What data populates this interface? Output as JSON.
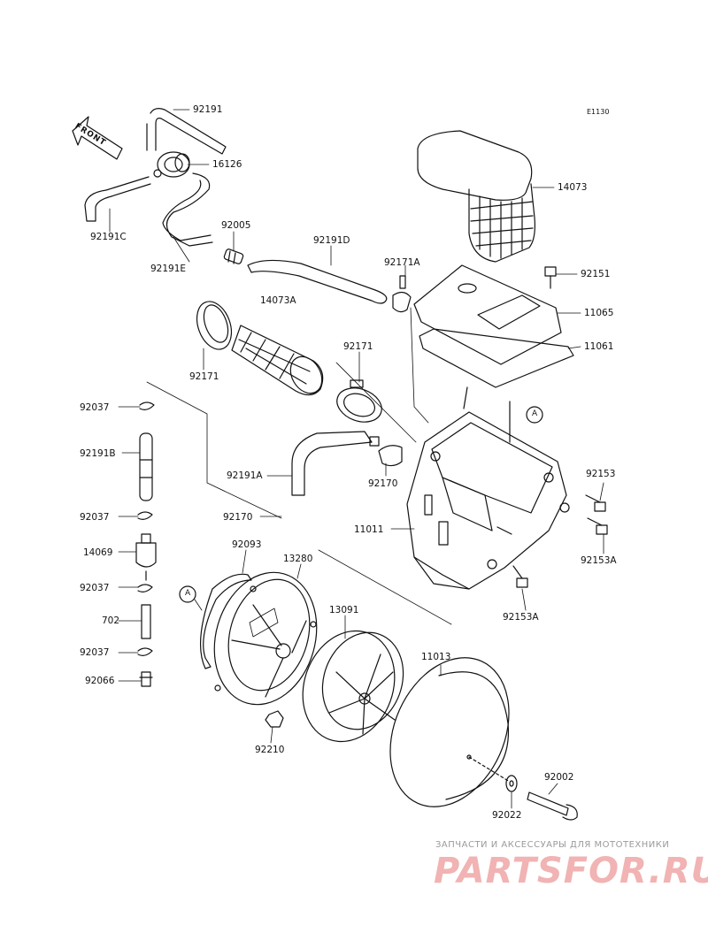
{
  "diagram_code": "E1130",
  "front_label": "FRONT",
  "ref_marker": "A",
  "parts": {
    "p92191": "92191",
    "p16126": "16126",
    "p92191C": "92191C",
    "p92191E": "92191E",
    "p92005": "92005",
    "p92191D": "92191D",
    "p92171A": "92171A",
    "p14073": "14073",
    "p92151": "92151",
    "p11065": "11065",
    "p11061": "11061",
    "p14073A": "14073A",
    "p92171_left": "92171",
    "p92171_right": "92171",
    "p92037_1": "92037",
    "p92191B": "92191B",
    "p92037_2": "92037",
    "p14069": "14069",
    "p92037_3": "92037",
    "p702": "702",
    "p92037_4": "92037",
    "p92066": "92066",
    "p92191A": "92191A",
    "p92170_a": "92170",
    "p92170_b": "92170",
    "p11011": "11011",
    "p92153": "92153",
    "p92153A_1": "92153A",
    "p92153A_2": "92153A",
    "p92093": "92093",
    "p13280": "13280",
    "p13091": "13091",
    "p11013": "11013",
    "p92210": "92210",
    "p92002": "92002",
    "p92022": "92022"
  },
  "watermark": {
    "tagline": "ЗАПЧАСТИ И АКСЕССУАРЫ ДЛЯ МОТОТЕХНИКИ",
    "logo": "PARTSFOR.RU",
    "color": "#e88a8a"
  }
}
